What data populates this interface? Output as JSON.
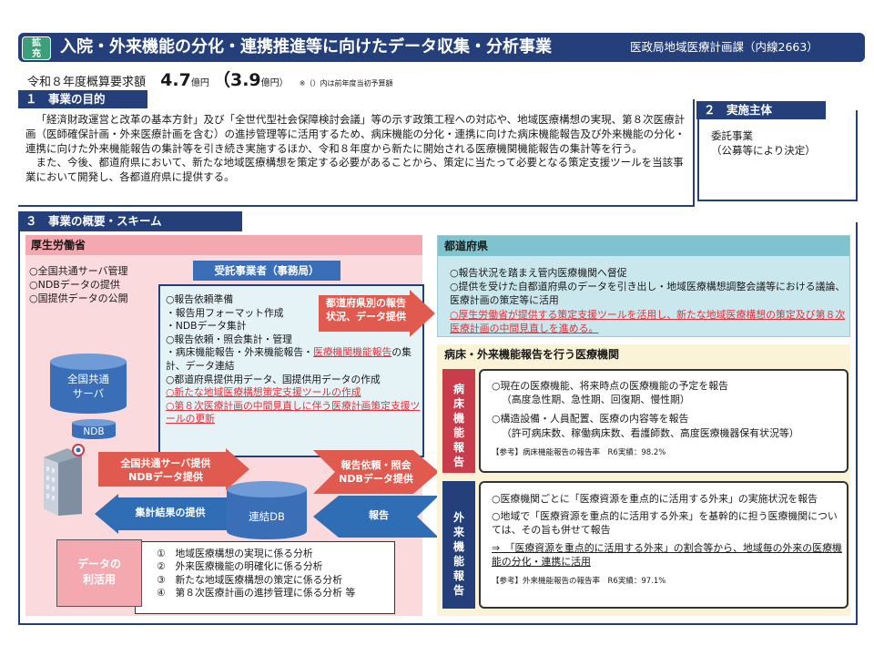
{
  "header": {
    "badge": [
      "拡",
      "充"
    ],
    "title": "入院・外来機能の分化・連携推進等に向けたデータ収集・分析事業",
    "department": "医政局地域医療計画課（内線2663）"
  },
  "budget": {
    "label": "令和８年度概算要求額",
    "amount": "4.7",
    "amount_unit": "億円",
    "prev_amount": "（3.9",
    "prev_unit": "億円）",
    "note": "※（）内は前年度当初予算額"
  },
  "section1": {
    "heading": "１　事業の目的",
    "paragraphs": [
      "「経済財政運営と改革の基本方針」及び「全世代型社会保障検討会議」等の示す政策工程への対応や、地域医療構想の実現、第８次医療計画（医師確保計画・外来医療計画を含む）の進捗管理等に活用するため、病床機能の分化・連携に向けた病床機能報告及び外来機能の分化・連携に向けた外来機能報告の集計等を引き続き実施するほか、令和８年度から新たに開始される医療機関機能報告の集計等を行う。",
      "また、今後、都道府県において、新たな地域医療構想を策定する必要があることから、策定に当たって必要となる策定支援ツールを当該事業において開発し、各都道府県に提供する。"
    ]
  },
  "section2": {
    "heading": "２　実施主体",
    "lines": [
      "委託事業",
      "（公募等により決定）"
    ]
  },
  "section3": {
    "heading": "３　事業の概要・スキーム",
    "mhlw": {
      "heading": "厚生労働省",
      "items": [
        "○全国共通サーバ管理",
        "○NDBデータの提供",
        "○国提供データの公開"
      ],
      "server_label": [
        "全国共通",
        "サーバ"
      ],
      "ndb_label": "NDB"
    },
    "contractor": {
      "heading": "受託事業者（事務局）",
      "items": [
        "○報告依頼準備",
        "・報告用フォーマット作成",
        "・NDBデータ集計",
        "○報告依頼・照会集計・管理",
        "・病床機能報告・外来機能報告・",
        "医療機関機能報告",
        "の集計、データ連結",
        "○都道府県提供用データ、国提供用データの作成",
        "○新たな地域医療構想策定支援ツールの作成",
        "○第８次医療計画の中間見直しに伴う医療計画策定支援ツールの更新"
      ],
      "db_label": "連結DB"
    },
    "arrows": {
      "to_pref": [
        "都道府県別の報告",
        "状況、データ提供"
      ],
      "server_ndb": [
        "全国共通サーバ提供",
        "NDBデータ提供"
      ],
      "aggregate": "集計結果の提供",
      "request": [
        "報告依頼・照会",
        "NDBデータ提供"
      ],
      "report": "報告"
    },
    "data_use": {
      "label": [
        "データの",
        "利活用"
      ],
      "items": [
        "①　地域医療構想の実現に係る分析",
        "②　外来医療機能の明確化に係る分析",
        "③　新たな地域医療構想の策定に係る分析",
        "④　第８次医療計画の進捗管理に係る分析 等"
      ]
    },
    "prefecture": {
      "heading": "都道府県",
      "items": [
        "○報告状況を踏まえ管内医療機関へ督促",
        "○提供を受けた自都道府県のデータを引き出し・地域医療構想調整会議等における議論、医療計画の策定等に活用",
        "○厚生労働省が提供する策定支援ツールを活用し、新たな地域医療構想の策定及び第８次医療計画の中間見直しを進める。"
      ]
    },
    "hospitals": {
      "heading": "病床・外来機能報告を行う医療機関",
      "ward": {
        "label": [
          "病",
          "床",
          "機",
          "能",
          "報",
          "告"
        ],
        "items": [
          "○現在の医療機能、将来時点の医療機能の予定を報告",
          "（高度急性期、急性期、回復期、慢性期）",
          "○構造設備・人員配置、医療の内容等を報告",
          "（許可病床数、稼働病床数、看護師数、高度医療機器保有状況等）"
        ],
        "ref": "【参考】病床機能報告の報告率　R6実績：98.2%"
      },
      "outpatient": {
        "label": [
          "外",
          "来",
          "機",
          "能",
          "報",
          "告"
        ],
        "items": [
          "○医療機関ごとに「医療資源を重点的に活用する外来」の実施状況を報告",
          "○地域で「医療資源を重点的に活用する外来」を基幹的に担う医療機関については、その旨も併せて報告",
          "⇒　「医療資源を重点的に活用する外来」の割合等から、地域毎の外来の医療機能の分化・連携に活用"
        ],
        "ref": "【参考】外来機能報告の報告率　R6実績：97.1%"
      }
    }
  },
  "colors": {
    "navy": "#243f7a",
    "pink_panel": "#fadadd",
    "pink_head": "#f4a9b0",
    "teal_panel": "#c9e7ec",
    "teal_head": "#7fc3ce",
    "red": "#e0323c",
    "arrow_red": "#e05a4f",
    "arrow_blue": "#2f6db5",
    "cream": "#faf3d8"
  }
}
